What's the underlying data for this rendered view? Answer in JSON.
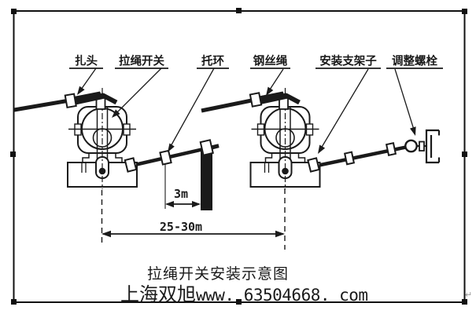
{
  "frame": {
    "paragraph_mark": "↵"
  },
  "diagram": {
    "title": "拉绳开关安装示意图",
    "watermark_cn": "上海双旭",
    "watermark_web": "www. 63504668. com",
    "callouts": [
      {
        "id": "clamp-head",
        "text": "扎头"
      },
      {
        "id": "pull-rope-switch",
        "text": "拉绳开关"
      },
      {
        "id": "support-ring",
        "text": "托环"
      },
      {
        "id": "steel-wire-rope",
        "text": "钢丝绳"
      },
      {
        "id": "mounting-bracket",
        "text": "安装支架子"
      },
      {
        "id": "adjusting-bolt",
        "text": "调整螺栓"
      }
    ],
    "dimensions": {
      "gap": "3m",
      "span": "25-30m"
    },
    "colors": {
      "ink": "#1a1a1a",
      "paper": "#ffffff"
    }
  }
}
